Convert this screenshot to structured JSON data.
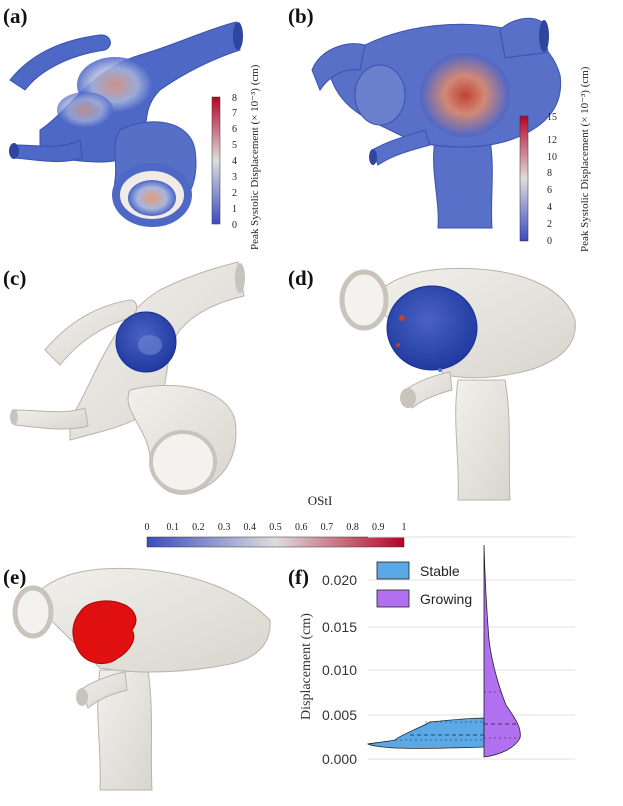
{
  "panels": {
    "a": "(a)",
    "b": "(b)",
    "c": "(c)",
    "d": "(d)",
    "e": "(e)",
    "f": "(f)"
  },
  "colorbar_a": {
    "label": "Peak Systolic Displacement (× 10⁻³) (cm)",
    "ticks": [
      "0",
      "1",
      "2",
      "3",
      "4",
      "5",
      "6",
      "7",
      "8"
    ]
  },
  "colorbar_b": {
    "label": "Peak Systolic Displacement (× 10⁻³) (cm)",
    "ticks": [
      "0",
      "2",
      "4",
      "6",
      "8",
      "10",
      "12",
      "15"
    ]
  },
  "colorbar_ostl": {
    "title": "OStI",
    "ticks": [
      "0",
      "0.1",
      "0.2",
      "0.3",
      "0.4",
      "0.5",
      "0.6",
      "0.7",
      "0.8",
      "0.9",
      "1"
    ]
  },
  "colors": {
    "low": "#3b4cc0",
    "mid": "#dddddd",
    "high": "#b40426",
    "stable": "#5aa9e6",
    "growing": "#b070f0",
    "mesh": "#ebe8e2",
    "thrombus": "#e01010"
  },
  "chart_data": {
    "type": "violin",
    "ylabel": "Displacement (cm)",
    "ylim": [
      0.0,
      0.0235
    ],
    "yticks": [
      "0.000",
      "0.005",
      "0.010",
      "0.015",
      "0.020"
    ],
    "series": [
      {
        "name": "Stable",
        "median": 0.003,
        "q1": 0.0025,
        "q3": 0.0038,
        "min": 0.0015,
        "max": 0.005
      },
      {
        "name": "Growing",
        "median": 0.0038,
        "q1": 0.0025,
        "q3": 0.0075,
        "min": 0.0,
        "max": 0.0235
      }
    ]
  }
}
